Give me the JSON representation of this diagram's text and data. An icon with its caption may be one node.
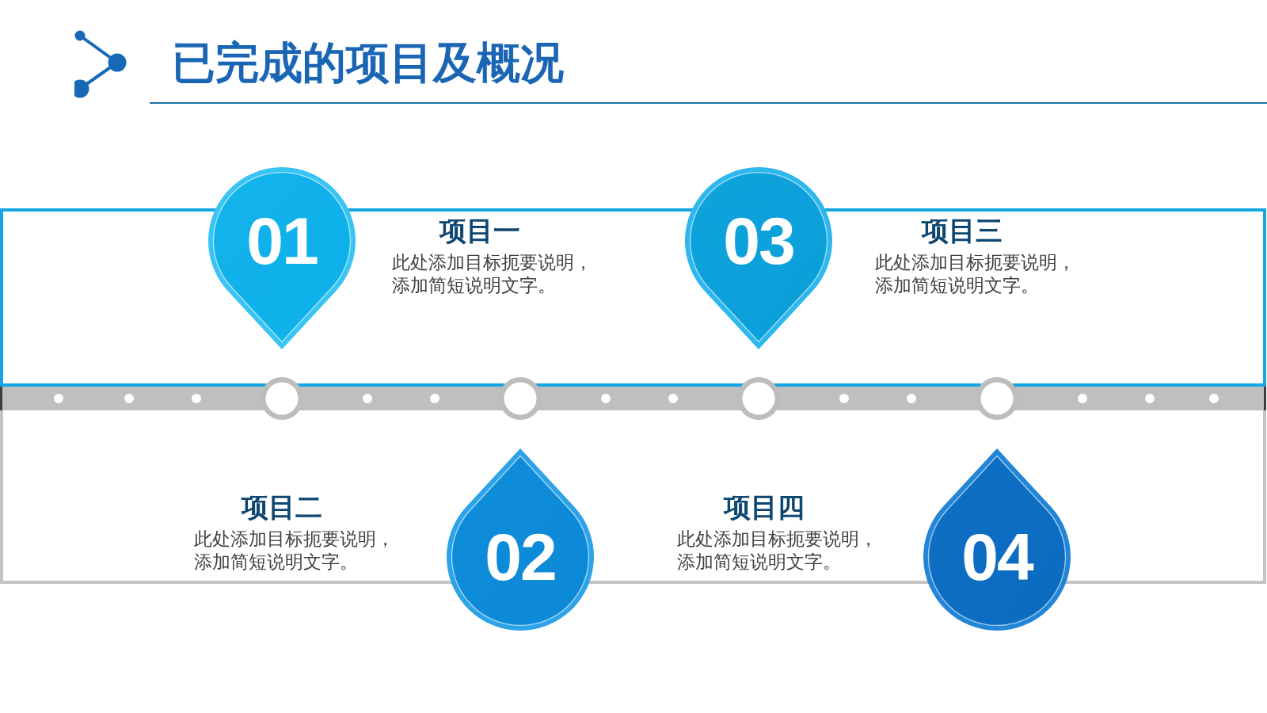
{
  "diagram": {
    "title": "已完成的项目及概况",
    "nodes": [
      {
        "text": [
          "01"
        ],
        "beside": [
          "项目一",
          "此处添加目标扼要说明，添加简短说明文字。"
        ]
      },
      {
        "text": [
          "02"
        ],
        "beside": [
          "项目二",
          "此处添加目标扼要说明，添加简短说明文字。"
        ]
      },
      {
        "text": [
          "03"
        ],
        "beside": [
          "项目三",
          "此处添加目标扼要说明，添加简短说明文字。"
        ]
      },
      {
        "text": [
          "04"
        ],
        "beside": [
          "项目四",
          "此处添加目标扼要说明，添加简短说明文字。"
        ]
      }
    ]
  }
}
